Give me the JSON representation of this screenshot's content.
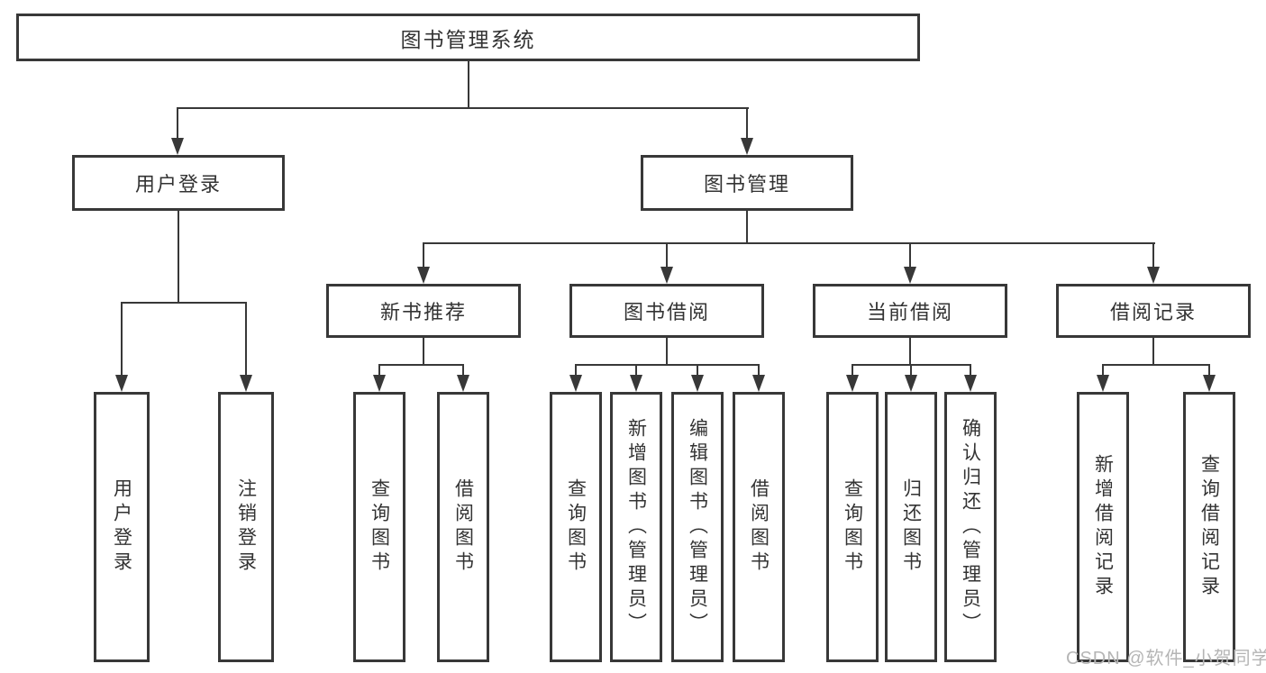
{
  "nodes": {
    "root": "图书管理系统",
    "user_login": "用户登录",
    "book_mgmt": "图书管理",
    "new_books": "新书推荐",
    "book_borrow": "图书借阅",
    "current_borrow": "当前借阅",
    "borrow_records": "借阅记录",
    "leaves": {
      "login": [
        "用户登录",
        "注销登录"
      ],
      "new_books": [
        "查询图书",
        "借阅图书"
      ],
      "book_borrow": [
        "查询图书",
        "新增图书（管理员）",
        "编辑图书（管理员）",
        "借阅图书"
      ],
      "current_borrow": [
        "查询图书",
        "归还图书",
        "确认归还（管理员）"
      ],
      "borrow_records": [
        "新增借阅记录",
        "查询借阅记录"
      ]
    }
  },
  "watermark": "CSDN @软件_小贺同学",
  "colors": {
    "line": "#383838",
    "text": "#333333",
    "watermark": "#b5b5b5",
    "background": "#ffffff"
  }
}
